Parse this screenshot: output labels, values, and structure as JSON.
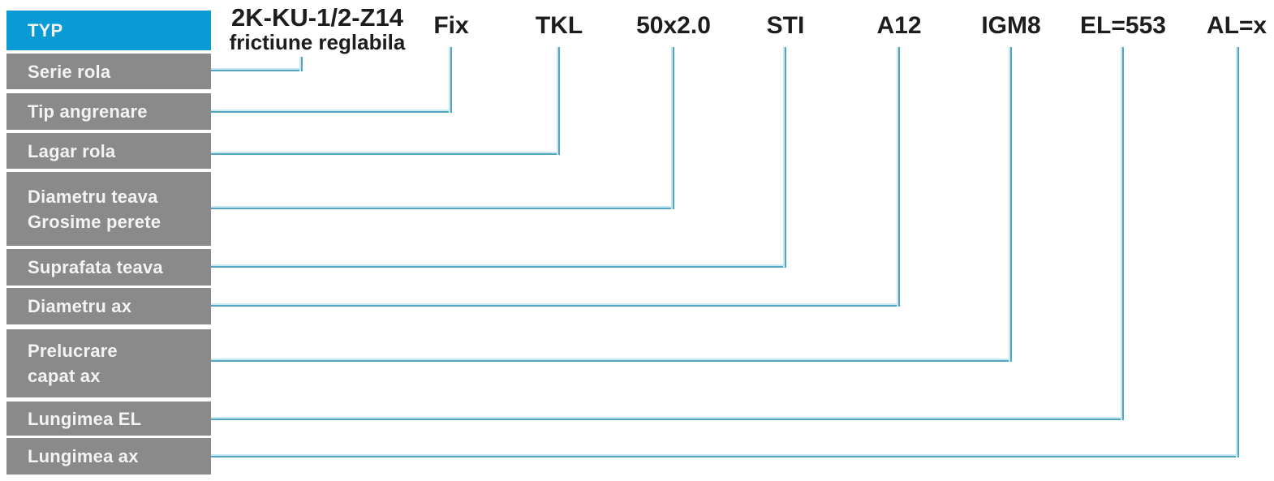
{
  "title_box": "TYP",
  "rows": [
    {
      "label": "Serie rola",
      "code": "2K-KU-1/2-Z14",
      "code_sub": "frictiune reglabila"
    },
    {
      "label": "Tip angrenare",
      "code": "Fix"
    },
    {
      "label": "Lagar rola",
      "code": "TKL"
    },
    {
      "label": "Diametru teava\nGrosime perete",
      "code": "50x2.0"
    },
    {
      "label": "Suprafata teava",
      "code": "STI"
    },
    {
      "label": "Diametru ax",
      "code": "A12"
    },
    {
      "label": "Prelucrare\ncapat ax",
      "code": "IGM8"
    },
    {
      "label": "Lungimea EL",
      "code": "EL=553"
    },
    {
      "label": "Lungimea ax",
      "code": "AL=x"
    }
  ],
  "colors": {
    "accent_blue": "#0a9bd7",
    "box_gray": "#8a8a8a",
    "connector_teal": "#55a4c0",
    "label_text": "#f3f3f3",
    "code_text": "#1d1d1d",
    "background": "#ffffff"
  }
}
